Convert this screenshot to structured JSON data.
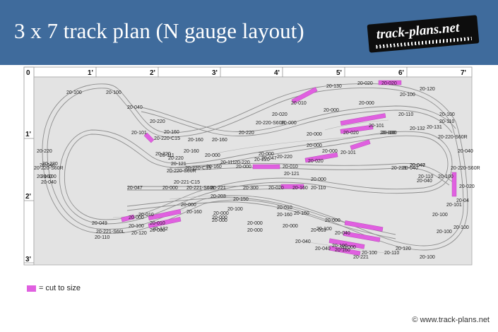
{
  "header": {
    "title": "3 x 7 track plan (N gauge layout)",
    "logo_text": "track-plans.net",
    "background": "#3f6b9c"
  },
  "ruler": {
    "top_marks": [
      "0",
      "1'",
      "2'",
      "3'",
      "4'",
      "5'",
      "6'",
      "7'"
    ],
    "left_marks": [
      "1'",
      "2'",
      "3'"
    ]
  },
  "track_labels": [
    "20-100",
    "20-100",
    "20-040",
    "20-220",
    "20-101",
    "20-160",
    "20-220-C15",
    "20-160",
    "20-160",
    "20-220",
    "20-220-S60R",
    "20-000",
    "20-020",
    "20-010",
    "20-130",
    "20-020",
    "20-020",
    "20-120",
    "20-100",
    "20-000",
    "20-000",
    "20-110",
    "20-100",
    "20-110",
    "20-100",
    "20-000",
    "20-000",
    "20-000",
    "20-020",
    "20-101",
    "20-100",
    "20-132",
    "20-131",
    "20-220-S60R",
    "20-040",
    "20-220-S60R",
    "20-100",
    "20-020",
    "20-04",
    "20-101",
    "20-100",
    "20-100",
    "20-100",
    "20-220",
    "20-040",
    "20-160",
    "20-100",
    "20-040",
    "20-220",
    "20-220-S60R",
    "20-220",
    "20-220",
    "20-111",
    "20-160",
    "20-000",
    "20-000",
    "20-047",
    "20-220",
    "20-111",
    "20-121",
    "20-220-C15",
    "20-220-S60R",
    "20-220",
    "20-220",
    "20-160",
    "20-000",
    "20-010",
    "20-020",
    "20-101",
    "20-121",
    "20-000",
    "20-047",
    "20-110",
    "20-040",
    "20-040",
    "20-040",
    "20-047",
    "20-000",
    "20-221-S60L",
    "20-221",
    "20-300",
    "20-020",
    "20-160",
    "20-110",
    "20-221",
    "20-221-C15",
    "20-203",
    "20-150",
    "20-000",
    "20-100",
    "20-010",
    "20-160",
    "20-160",
    "20-160",
    "20-000",
    "20-000",
    "20-000",
    "20-000",
    "20-100",
    "20-040",
    "20-000",
    "20-000",
    "20-000",
    "20-010",
    "20-040",
    "20-040",
    "20-000",
    "20-000",
    "20-100",
    "20-120",
    "20-132",
    "20-010",
    "20-010",
    "20-000",
    "20-049",
    "20-221-S60L",
    "20-110",
    "20-100",
    "20-160",
    "20-221",
    "20-100",
    "20-110",
    "20-120",
    "20-100"
  ],
  "legend": {
    "text": "= cut to size",
    "color": "#e060e0"
  },
  "copyright": "© www.track-plans.net"
}
